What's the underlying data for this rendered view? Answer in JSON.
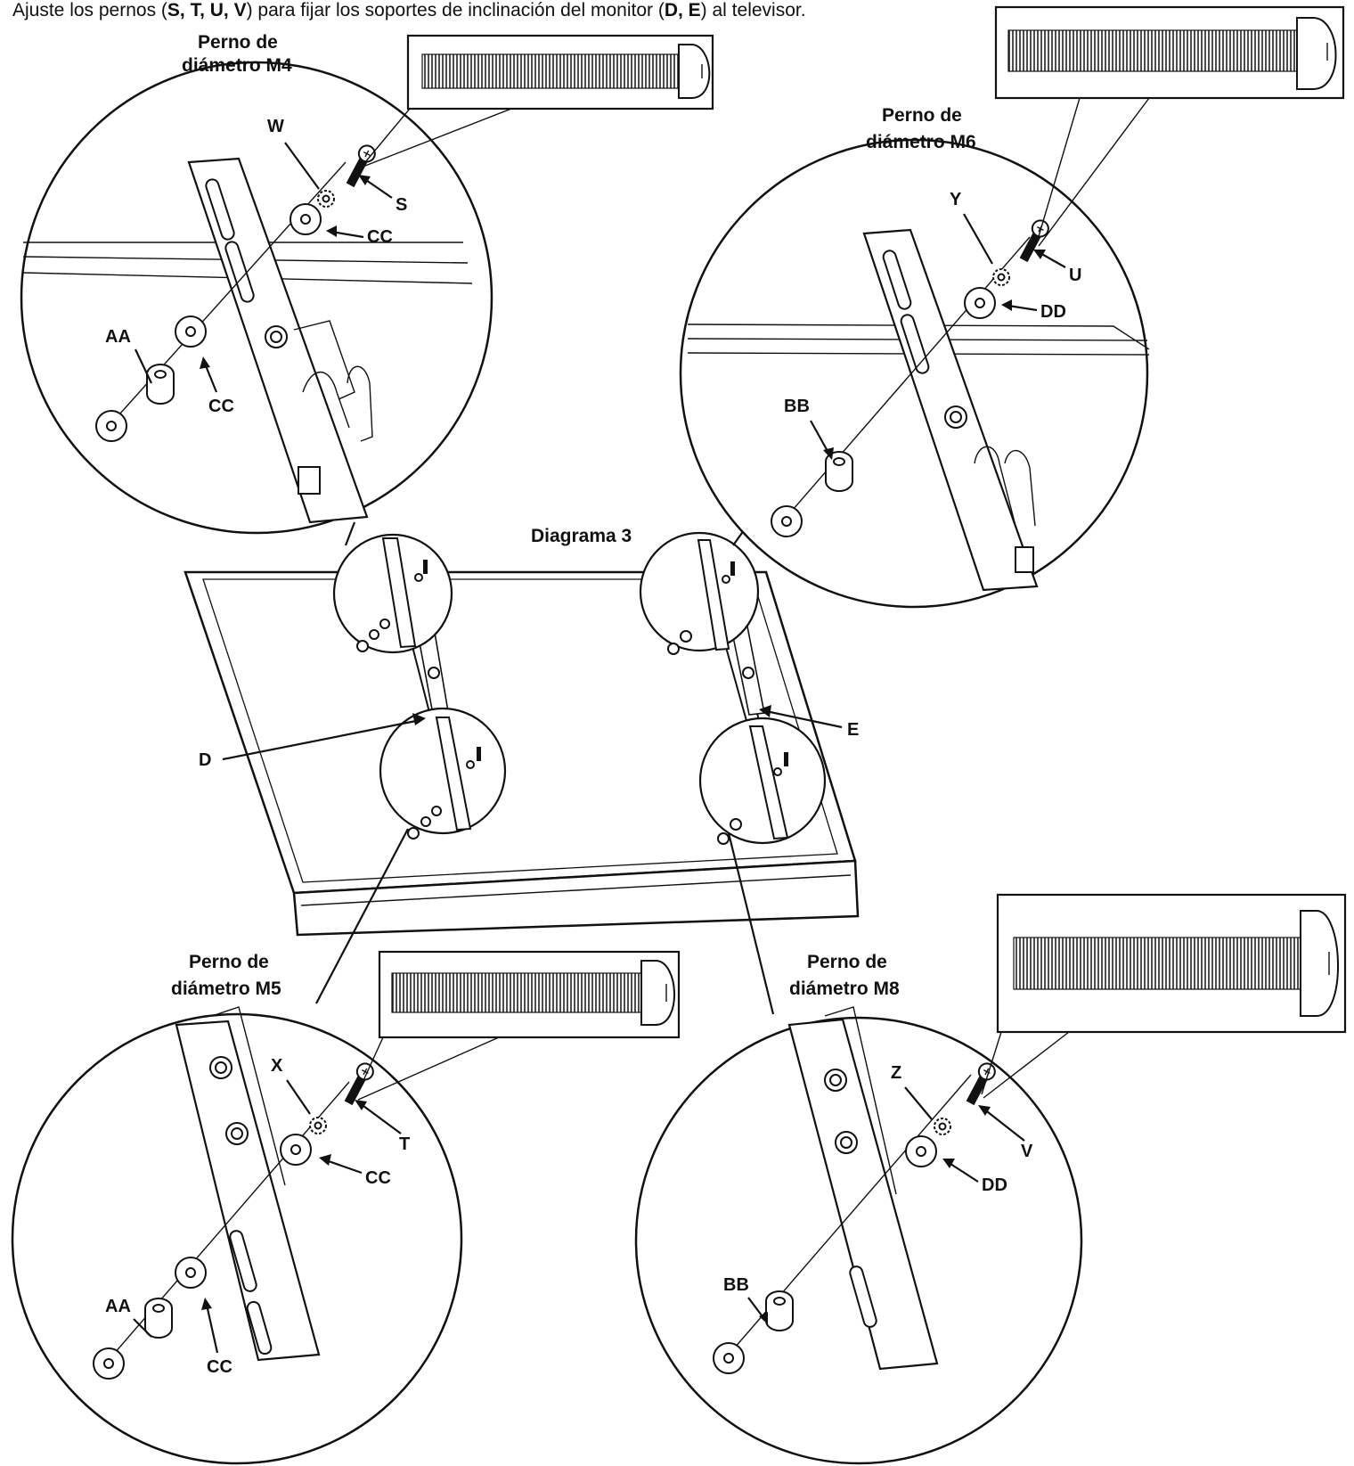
{
  "instruction": {
    "t1": "Ajuste los pernos (",
    "t2": "S, T, U, V",
    "t3": ") para fijar los soportes de inclinación del monitor (",
    "t4": "D, E",
    "t5": ") al televisor."
  },
  "diagram_title": "Diagrama 3",
  "callouts": {
    "top_left": {
      "size_line1": "Perno de",
      "size_line2": "diámetro M4"
    },
    "top_right": {
      "size_line1": "Perno de",
      "size_line2": "diámetro M6"
    },
    "bottom_left": {
      "size_line1": "Perno de",
      "size_line2": "diámetro M5"
    },
    "bottom_right": {
      "size_line1": "Perno de",
      "size_line2": "diámetro M8"
    }
  },
  "labels": {
    "W": "W",
    "S": "S",
    "CC": "CC",
    "AA": "AA",
    "Y": "Y",
    "U": "U",
    "DD": "DD",
    "BB": "BB",
    "X": "X",
    "T": "T",
    "Z": "Z",
    "V": "V",
    "D": "D",
    "E": "E"
  },
  "icons": [
    "bolt-icon",
    "lock-washer-icon",
    "washer-icon",
    "spacer-icon",
    "bracket-icon",
    "tv-panel-icon"
  ]
}
